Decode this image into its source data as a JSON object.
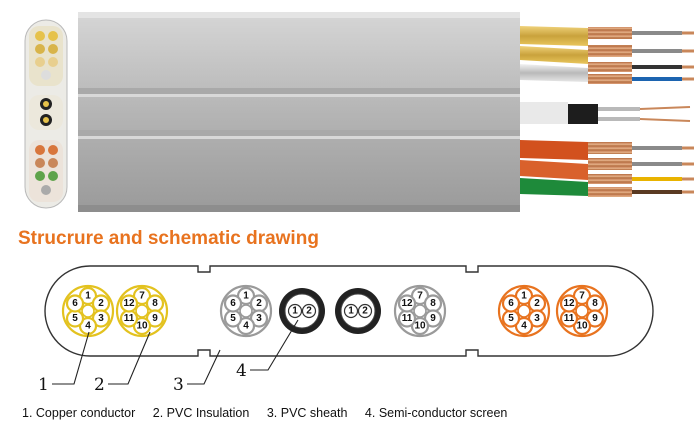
{
  "heading": "Strucrure and schematic drawing",
  "legend": [
    "1. Copper conductor",
    "2. PVC Insulation",
    "3. PVC sheath",
    "4. Semi-conductor screen"
  ],
  "callouts": [
    "1",
    "2",
    "3",
    "4"
  ],
  "bundles": [
    {
      "group": "power",
      "color": "#e3c21f",
      "cores": [
        "1",
        "2",
        "3",
        "4",
        "5",
        "6"
      ]
    },
    {
      "group": "power",
      "color": "#e3c21f",
      "cores": [
        "7",
        "8",
        "9",
        "10",
        "11",
        "12"
      ]
    },
    {
      "group": "control",
      "color": "#9a9a9a",
      "cores": [
        "1",
        "2",
        "3",
        "4",
        "5",
        "6"
      ]
    },
    {
      "group": "screened",
      "color": "#222222",
      "cores": [
        "1",
        "2"
      ]
    },
    {
      "group": "screened",
      "color": "#222222",
      "cores": [
        "1",
        "2"
      ]
    },
    {
      "group": "control",
      "color": "#9a9a9a",
      "cores": [
        "7",
        "8",
        "9",
        "10",
        "11",
        "12"
      ]
    },
    {
      "group": "control",
      "color": "#e8731f",
      "cores": [
        "1",
        "2",
        "3",
        "4",
        "5",
        "6"
      ]
    },
    {
      "group": "control",
      "color": "#e8731f",
      "cores": [
        "7",
        "8",
        "9",
        "10",
        "11",
        "12"
      ]
    }
  ],
  "colors": {
    "accent_orange": "#e8731f",
    "cable_grey": "#b9b9b9",
    "copper": "#c9875a",
    "green": "#1e8a3a",
    "red": "#d2511e"
  }
}
